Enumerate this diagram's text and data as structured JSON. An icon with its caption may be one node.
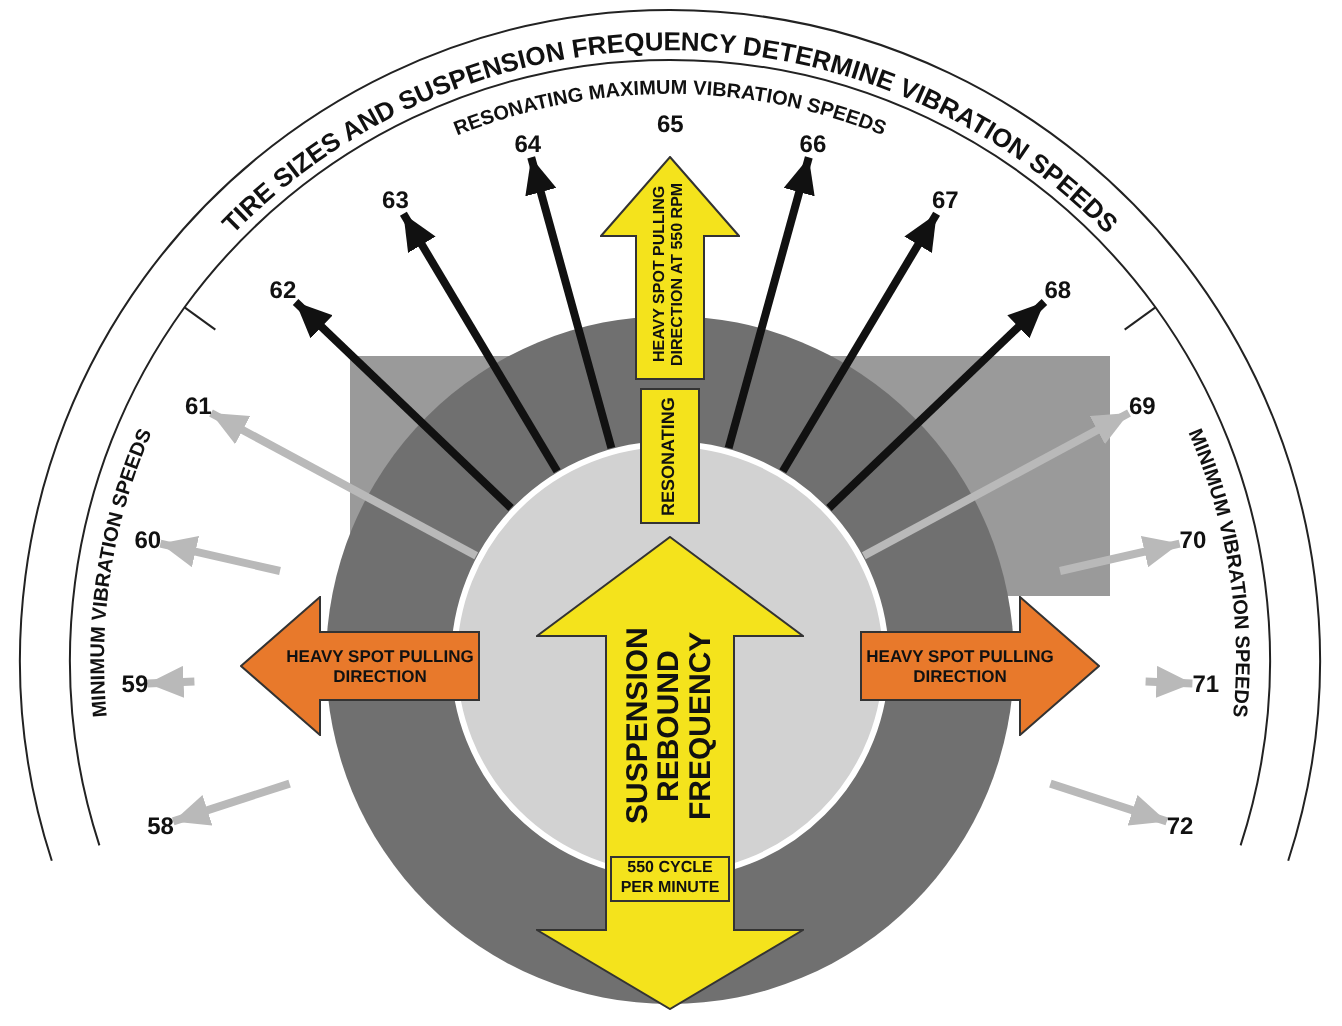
{
  "diagram": {
    "title": "TIRE SIZES AND SUSPENSION FREQUENCY DETERMINE VIBRATION SPEEDS",
    "nodes": [
      {
        "text": [
          "HEAVY SPOT PULLING DIRECTION AT 550 RPM"
        ]
      },
      {
        "text": [
          "RESONATING"
        ]
      },
      {
        "text": [
          "SUSPENSION REBOUND FREQUENCY",
          "550 CYCLE PER MINUTE"
        ]
      },
      {
        "text": [
          "HEAVY SPOT PULLING DIRECTION"
        ]
      },
      {
        "text": [
          "HEAVY SPOT PULLING DIRECTION"
        ]
      },
      {
        "text": [
          "58"
        ]
      },
      {
        "text": [
          "59"
        ]
      },
      {
        "text": [
          "60"
        ]
      },
      {
        "text": [
          "61"
        ]
      },
      {
        "text": [
          "62"
        ]
      },
      {
        "text": [
          "63"
        ]
      },
      {
        "text": [
          "64"
        ]
      },
      {
        "text": [
          "66"
        ]
      },
      {
        "text": [
          "67"
        ]
      },
      {
        "text": [
          "68"
        ]
      },
      {
        "text": [
          "69"
        ]
      },
      {
        "text": [
          "70"
        ]
      },
      {
        "text": [
          "71"
        ]
      },
      {
        "text": [
          "72"
        ]
      }
    ],
    "edges": [
      {
        "from": null,
        "to": 5,
        "arrow": "to"
      },
      {
        "from": null,
        "to": 6,
        "arrow": "to"
      },
      {
        "from": null,
        "to": 7,
        "arrow": "to"
      },
      {
        "from": null,
        "to": 8,
        "arrow": "to"
      },
      {
        "from": null,
        "to": 9,
        "arrow": "to",
        "color": "#111111"
      },
      {
        "from": null,
        "to": 10,
        "arrow": "to",
        "color": "#111111"
      },
      {
        "from": null,
        "to": 11,
        "arrow": "to",
        "color": "#111111"
      },
      {
        "from": null,
        "to": 12,
        "arrow": "to",
        "color": "#111111"
      },
      {
        "from": null,
        "to": 13,
        "arrow": "to",
        "color": "#111111"
      },
      {
        "from": null,
        "to": 14,
        "arrow": "to",
        "color": "#111111"
      },
      {
        "from": null,
        "to": 15,
        "arrow": "to"
      },
      {
        "from": null,
        "to": 16,
        "arrow": "to"
      },
      {
        "from": null,
        "to": 17,
        "arrow": "to"
      },
      {
        "from": null,
        "to": 18,
        "arrow": "to"
      }
    ],
    "labels": [
      "MINIMUM VIBRATION SPEEDS",
      "RESONATING MAXIMUM VIBRATION SPEEDS",
      "65",
      "MINIMUM VIBRATION SPEEDS"
    ]
  }
}
